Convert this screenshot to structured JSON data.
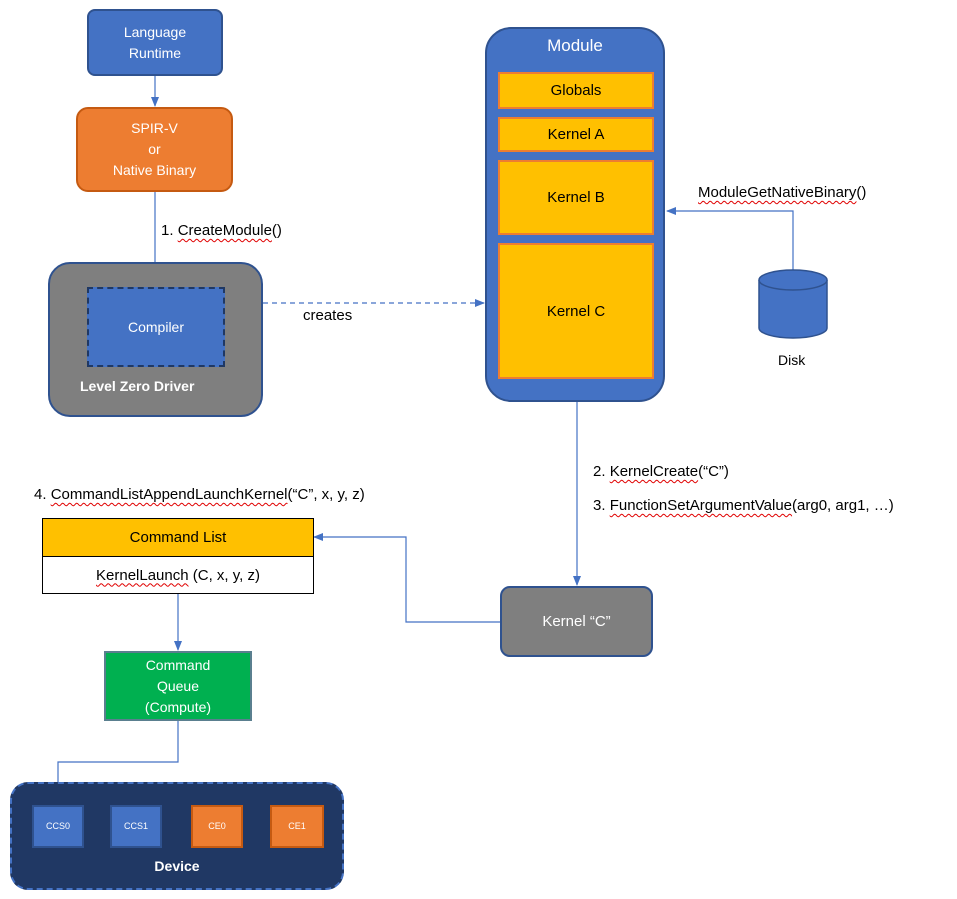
{
  "nodes": {
    "language_runtime": [
      "Language",
      "Runtime"
    ],
    "spirv": [
      "SPIR-V",
      "or",
      "Native Binary"
    ],
    "compiler": "Compiler",
    "driver": "Level Zero Driver",
    "module": {
      "title": "Module",
      "globals": "Globals",
      "kernel_a": "Kernel A",
      "kernel_b": "Kernel B",
      "kernel_c": "Kernel C"
    },
    "disk": "Disk",
    "kernel_obj": "Kernel “C”",
    "command_list": {
      "header": "Command List",
      "row_fn": "KernelLaunch",
      "row_args": " (C, x, y, z)"
    },
    "command_queue": [
      "Command",
      "Queue",
      "(Compute)"
    ],
    "device": {
      "label": "Device",
      "engines": [
        "CCS0",
        "CCS1",
        "CE0",
        "CE1"
      ]
    }
  },
  "edges": {
    "create_module": {
      "num": "1. ",
      "fn": "CreateModule",
      "args": "()"
    },
    "creates": "creates",
    "get_native_binary": {
      "fn": "ModuleGetNativeBinary",
      "args": "()"
    },
    "kernel_create": {
      "num": "2. ",
      "fn": "KernelCreate",
      "args": "(“C”)"
    },
    "set_arg": {
      "num": "3. ",
      "fn": "FunctionSetArgumentValue",
      "args": "(arg0, arg1, …)"
    },
    "append_launch": {
      "num": "4. ",
      "fn": "CommandListAppendLaunchKernel",
      "args": "(“C”, x, y, z)"
    }
  },
  "colors": {
    "blue": "#4472c4",
    "orange": "#ed7d31",
    "gold": "#ffc000",
    "gray": "#7f7f7f",
    "green": "#00b050",
    "navy": "#203864",
    "line": "#4472c4"
  }
}
